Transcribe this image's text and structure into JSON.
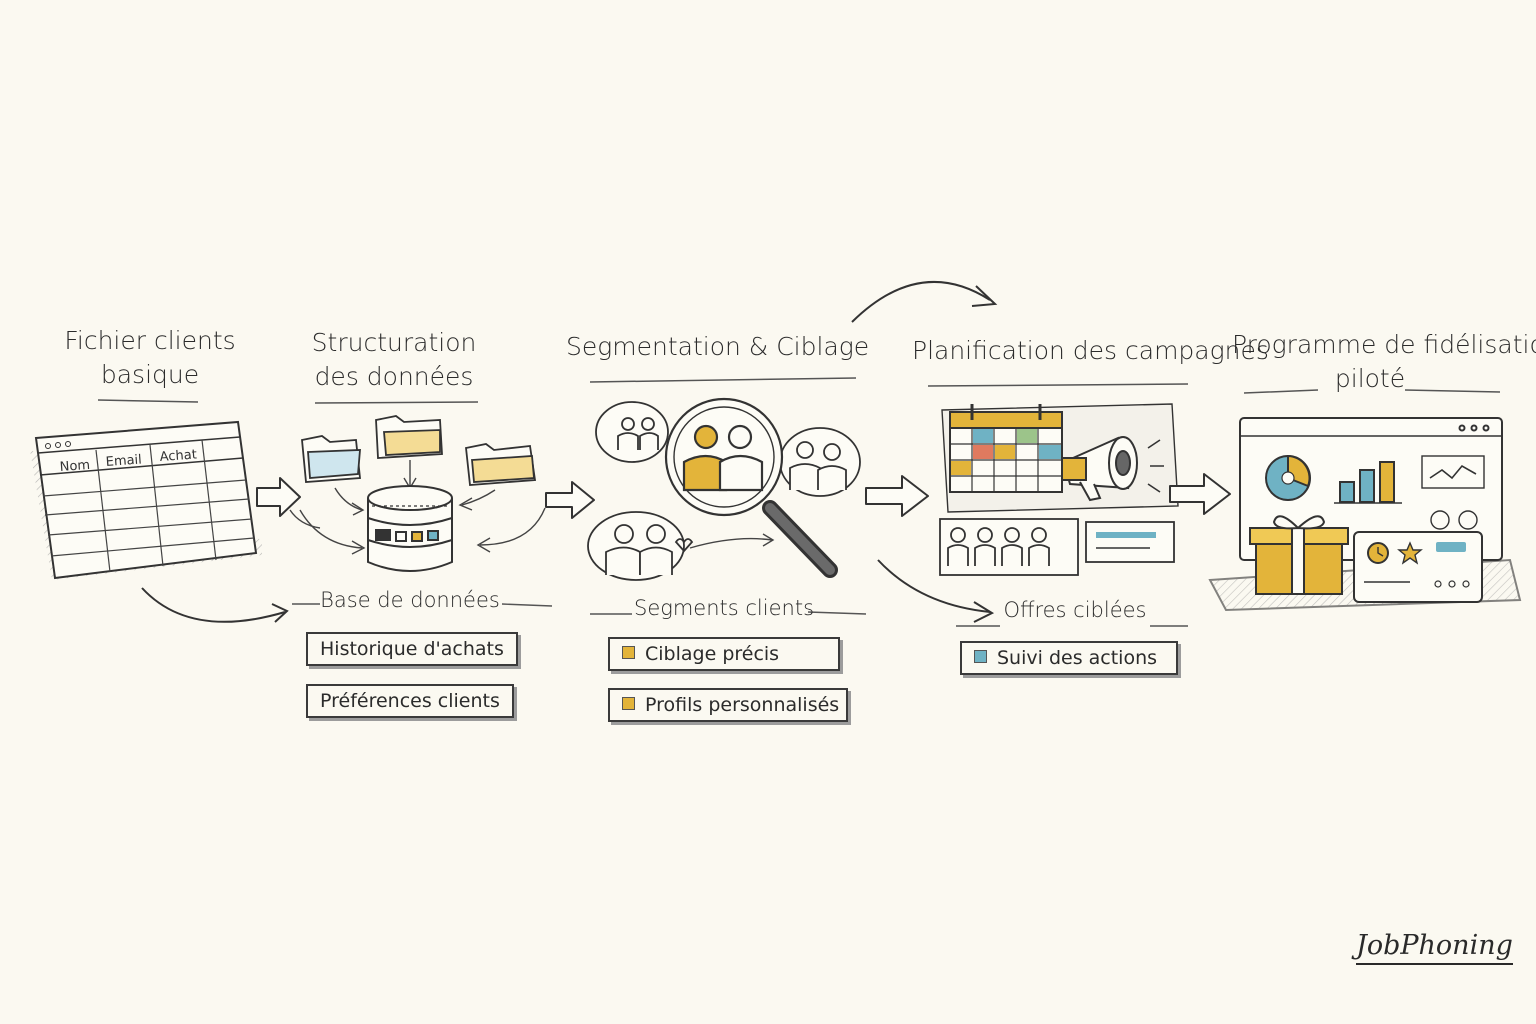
{
  "steps": [
    {
      "title_line1": "Fichier clients",
      "title_line2": "basique"
    },
    {
      "title_line1": "Structuration",
      "title_line2": "des données"
    },
    {
      "title_line1": "Segmentation & Ciblage"
    },
    {
      "title_line1": "Planification des campagnes"
    },
    {
      "title_line1": "Programme de fidélisation",
      "title_line2": "piloté"
    }
  ],
  "spreadsheet": {
    "columns": [
      "Nom",
      "Email",
      "Achat"
    ]
  },
  "database": {
    "label": "Base de données",
    "items": [
      "Historique d'achats",
      "Préférences clients"
    ]
  },
  "segmentation": {
    "label": "Segments clients",
    "items": [
      "Ciblage précis",
      "Profils personnalisés"
    ]
  },
  "campaigns": {
    "label": "Offres ciblées",
    "items": [
      "Suivi des actions"
    ]
  },
  "brand": "JobPhoning",
  "colors": {
    "accent_yellow": "#e3b43a",
    "accent_blue": "#6fb2c4",
    "accent_green": "#9cc48a",
    "accent_red": "#e07a5f",
    "ink": "#2e2e2e",
    "paper": "#fbf9f1"
  },
  "icons": [
    "spreadsheet-icon",
    "folder-icon",
    "database-icon",
    "people-icon",
    "magnifier-icon",
    "calendar-icon",
    "megaphone-icon",
    "dashboard-icon",
    "gift-icon",
    "star-icon",
    "arrow-icon"
  ]
}
